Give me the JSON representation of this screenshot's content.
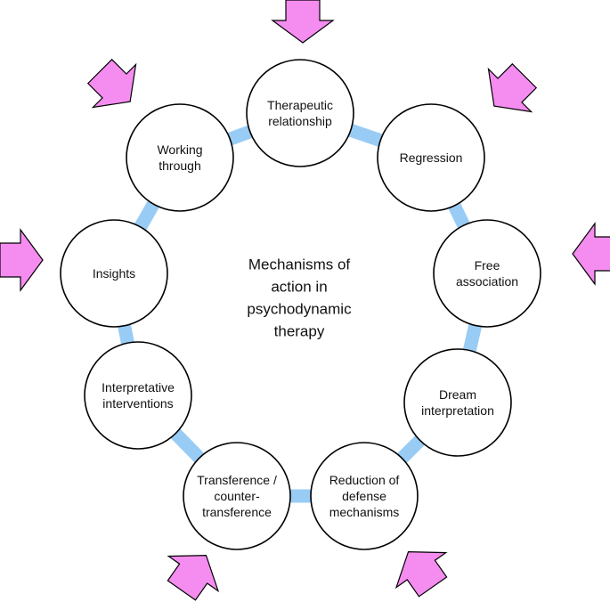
{
  "diagram": {
    "center_label": [
      "Mechanisms of",
      "action in",
      "psychodynamic",
      "therapy"
    ],
    "nodes": [
      {
        "id": "therapeutic-relationship",
        "lines": [
          "Therapeutic",
          "relationship"
        ]
      },
      {
        "id": "regression",
        "lines": [
          "Regression"
        ]
      },
      {
        "id": "free-association",
        "lines": [
          "Free",
          "association"
        ]
      },
      {
        "id": "dream-interpretation",
        "lines": [
          "Dream",
          "interpretation"
        ]
      },
      {
        "id": "reduction-of-defense-mechanisms",
        "lines": [
          "Reduction of",
          "defense",
          "mechanisms"
        ]
      },
      {
        "id": "transference-countertransference",
        "lines": [
          "Transference /",
          "counter-",
          "transference"
        ]
      },
      {
        "id": "interpretative-interventions",
        "lines": [
          "Interpretative",
          "interventions"
        ]
      },
      {
        "id": "insights",
        "lines": [
          "Insights"
        ]
      },
      {
        "id": "working-through",
        "lines": [
          "Working",
          "through"
        ]
      }
    ],
    "colors": {
      "ring": "#99CCF5",
      "arrow_fill": "#F58CF0",
      "arrow_stroke": "#000000",
      "circle_fill": "#FFFFFF",
      "circle_stroke": "#000000"
    }
  }
}
